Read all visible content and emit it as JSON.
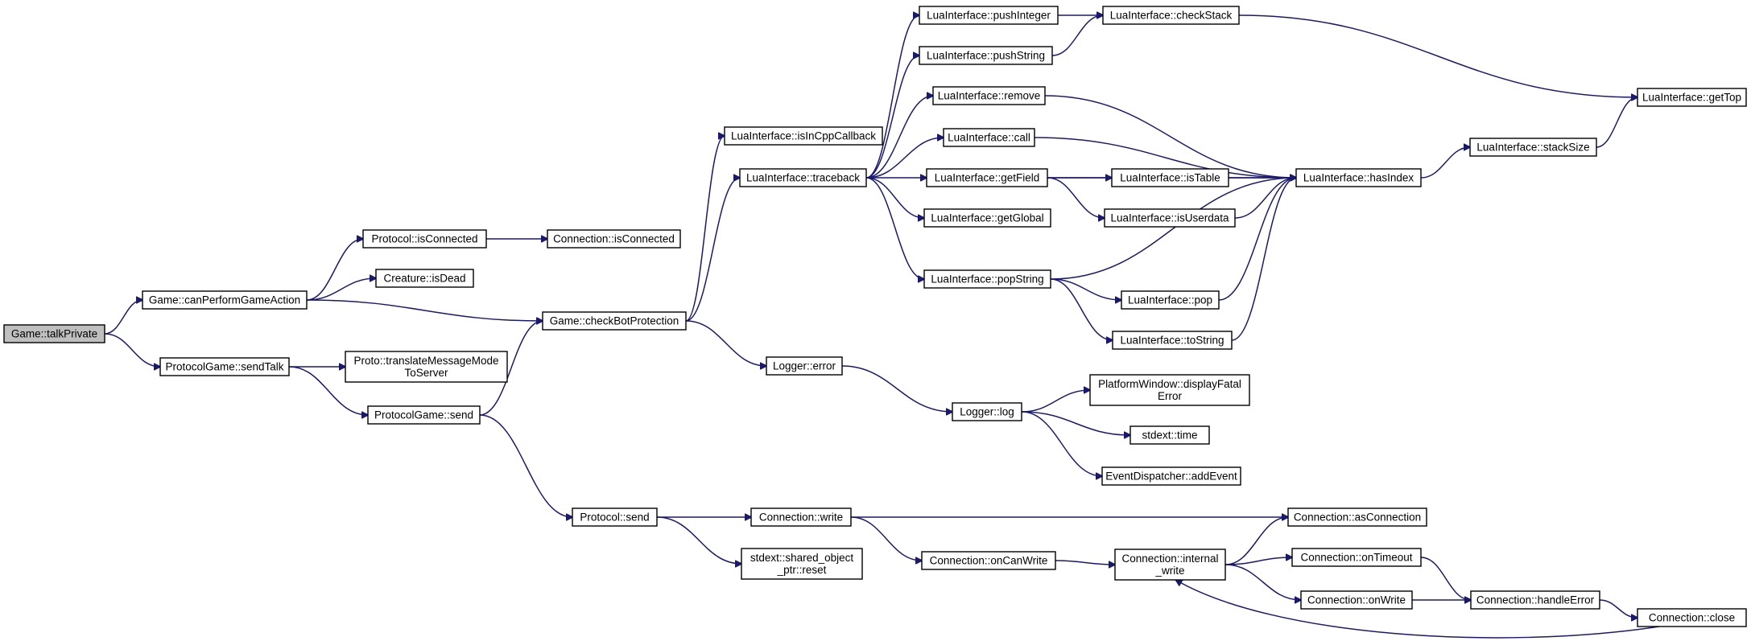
{
  "graph": {
    "root": "Game::talkPrivate",
    "nodes": [
      {
        "id": "talkPrivate",
        "lines": [
          "Game::talkPrivate"
        ]
      },
      {
        "id": "canPerform",
        "lines": [
          "Game::canPerformGameAction"
        ]
      },
      {
        "id": "sendTalk",
        "lines": [
          "ProtocolGame::sendTalk"
        ]
      },
      {
        "id": "protoIsConnected",
        "lines": [
          "Protocol::isConnected"
        ]
      },
      {
        "id": "creatureIsDead",
        "lines": [
          "Creature::isDead"
        ]
      },
      {
        "id": "checkBot",
        "lines": [
          "Game::checkBotProtection"
        ]
      },
      {
        "id": "translateMsg",
        "lines": [
          "Proto::translateMessageMode",
          "ToServer"
        ]
      },
      {
        "id": "pgSend",
        "lines": [
          "ProtocolGame::send"
        ]
      },
      {
        "id": "connIsConnected",
        "lines": [
          "Connection::isConnected"
        ]
      },
      {
        "id": "isInCpp",
        "lines": [
          "LuaInterface::isInCppCallback"
        ]
      },
      {
        "id": "traceback",
        "lines": [
          "LuaInterface::traceback"
        ]
      },
      {
        "id": "loggerError",
        "lines": [
          "Logger::error"
        ]
      },
      {
        "id": "protoSend",
        "lines": [
          "Protocol::send"
        ]
      },
      {
        "id": "pushInteger",
        "lines": [
          "LuaInterface::pushInteger"
        ]
      },
      {
        "id": "pushString",
        "lines": [
          "LuaInterface::pushString"
        ]
      },
      {
        "id": "remove",
        "lines": [
          "LuaInterface::remove"
        ]
      },
      {
        "id": "call",
        "lines": [
          "LuaInterface::call"
        ]
      },
      {
        "id": "getField",
        "lines": [
          "LuaInterface::getField"
        ]
      },
      {
        "id": "getGlobal",
        "lines": [
          "LuaInterface::getGlobal"
        ]
      },
      {
        "id": "popString",
        "lines": [
          "LuaInterface::popString"
        ]
      },
      {
        "id": "checkStack",
        "lines": [
          "LuaInterface::checkStack"
        ]
      },
      {
        "id": "isTable",
        "lines": [
          "LuaInterface::isTable"
        ]
      },
      {
        "id": "isUserdata",
        "lines": [
          "LuaInterface::isUserdata"
        ]
      },
      {
        "id": "pop",
        "lines": [
          "LuaInterface::pop"
        ]
      },
      {
        "id": "toString",
        "lines": [
          "LuaInterface::toString"
        ]
      },
      {
        "id": "hasIndex",
        "lines": [
          "LuaInterface::hasIndex"
        ]
      },
      {
        "id": "stackSize",
        "lines": [
          "LuaInterface::stackSize"
        ]
      },
      {
        "id": "getTop",
        "lines": [
          "LuaInterface::getTop"
        ]
      },
      {
        "id": "loggerLog",
        "lines": [
          "Logger::log"
        ]
      },
      {
        "id": "displayFatal",
        "lines": [
          "PlatformWindow::displayFatal",
          "Error"
        ]
      },
      {
        "id": "stdextTime",
        "lines": [
          "stdext::time"
        ]
      },
      {
        "id": "addEvent",
        "lines": [
          "EventDispatcher::addEvent"
        ]
      },
      {
        "id": "connWrite",
        "lines": [
          "Connection::write"
        ]
      },
      {
        "id": "sharedReset",
        "lines": [
          "stdext::shared_object",
          "_ptr::reset"
        ]
      },
      {
        "id": "onCanWrite",
        "lines": [
          "Connection::onCanWrite"
        ]
      },
      {
        "id": "internalWrite",
        "lines": [
          "Connection::internal",
          "_write"
        ]
      },
      {
        "id": "asConnection",
        "lines": [
          "Connection::asConnection"
        ]
      },
      {
        "id": "onTimeout",
        "lines": [
          "Connection::onTimeout"
        ]
      },
      {
        "id": "onWrite",
        "lines": [
          "Connection::onWrite"
        ]
      },
      {
        "id": "handleError",
        "lines": [
          "Connection::handleError"
        ]
      },
      {
        "id": "connClose",
        "lines": [
          "Connection::close"
        ]
      }
    ],
    "edges": [
      [
        "talkPrivate",
        "canPerform"
      ],
      [
        "talkPrivate",
        "sendTalk"
      ],
      [
        "canPerform",
        "protoIsConnected"
      ],
      [
        "canPerform",
        "creatureIsDead"
      ],
      [
        "canPerform",
        "checkBot"
      ],
      [
        "protoIsConnected",
        "connIsConnected"
      ],
      [
        "sendTalk",
        "translateMsg"
      ],
      [
        "sendTalk",
        "pgSend"
      ],
      [
        "pgSend",
        "checkBot"
      ],
      [
        "pgSend",
        "protoSend"
      ],
      [
        "checkBot",
        "isInCpp"
      ],
      [
        "checkBot",
        "traceback"
      ],
      [
        "checkBot",
        "loggerError"
      ],
      [
        "traceback",
        "pushInteger"
      ],
      [
        "traceback",
        "pushString"
      ],
      [
        "traceback",
        "remove"
      ],
      [
        "traceback",
        "call"
      ],
      [
        "traceback",
        "getField"
      ],
      [
        "traceback",
        "getGlobal"
      ],
      [
        "traceback",
        "popString"
      ],
      [
        "pushInteger",
        "checkStack"
      ],
      [
        "pushString",
        "checkStack"
      ],
      [
        "checkStack",
        "getTop"
      ],
      [
        "remove",
        "hasIndex"
      ],
      [
        "call",
        "hasIndex"
      ],
      [
        "getField",
        "hasIndex"
      ],
      [
        "getField",
        "isTable"
      ],
      [
        "getField",
        "isUserdata"
      ],
      [
        "isTable",
        "hasIndex"
      ],
      [
        "isUserdata",
        "hasIndex"
      ],
      [
        "popString",
        "hasIndex"
      ],
      [
        "popString",
        "pop"
      ],
      [
        "popString",
        "toString"
      ],
      [
        "pop",
        "hasIndex"
      ],
      [
        "toString",
        "hasIndex"
      ],
      [
        "hasIndex",
        "stackSize"
      ],
      [
        "stackSize",
        "getTop"
      ],
      [
        "loggerError",
        "loggerLog"
      ],
      [
        "loggerLog",
        "displayFatal"
      ],
      [
        "loggerLog",
        "stdextTime"
      ],
      [
        "loggerLog",
        "addEvent"
      ],
      [
        "protoSend",
        "connWrite"
      ],
      [
        "protoSend",
        "sharedReset"
      ],
      [
        "connWrite",
        "asConnection"
      ],
      [
        "connWrite",
        "onCanWrite"
      ],
      [
        "onCanWrite",
        "internalWrite"
      ],
      [
        "internalWrite",
        "asConnection"
      ],
      [
        "internalWrite",
        "onTimeout"
      ],
      [
        "internalWrite",
        "onWrite"
      ],
      [
        "onTimeout",
        "handleError"
      ],
      [
        "onWrite",
        "handleError"
      ],
      [
        "handleError",
        "connClose"
      ],
      [
        "connClose",
        "internalWrite"
      ]
    ]
  }
}
